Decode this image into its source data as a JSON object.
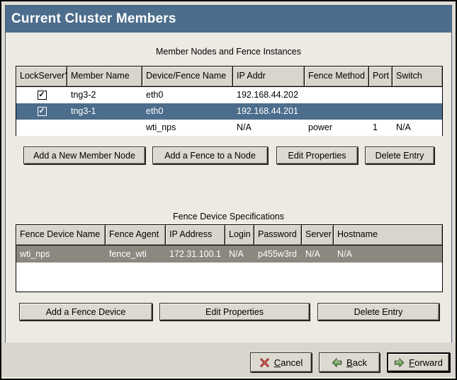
{
  "window": {
    "title": "Current Cluster Members"
  },
  "icons": {
    "check": "✓"
  },
  "colors": {
    "title_bar": "#4c6d8c",
    "selected_row_active": "#4c6d8c",
    "selected_row_inactive": "#8b8880",
    "cancel_icon_red": "#9e2a2a",
    "arrow_icon_green": "#7fae6d"
  },
  "members": {
    "title": "Member Nodes and Fence Instances",
    "columns": [
      "LockServer?",
      "Member Name",
      "Device/Fence Name",
      "IP Addr",
      "Fence Method",
      "Port",
      "Switch"
    ],
    "rows": [
      {
        "lockserver": true,
        "member": "tng3-2",
        "device": "eth0",
        "ip": "192.168.44.202",
        "method": "",
        "port": "",
        "switch": ""
      },
      {
        "lockserver": true,
        "member": "tng3-1",
        "device": "eth0",
        "ip": "192.168.44.201",
        "method": "",
        "port": "",
        "switch": ""
      },
      {
        "lockserver": false,
        "member": "",
        "device": "wti_nps",
        "ip": "N/A",
        "method": "power",
        "port": "1",
        "switch": "N/A"
      }
    ],
    "buttons": [
      "Add a New Member Node",
      "Add a Fence to a Node",
      "Edit Properties",
      "Delete Entry"
    ]
  },
  "fence": {
    "title": "Fence Device Specifications",
    "columns": [
      "Fence Device Name",
      "Fence Agent",
      "IP Address",
      "Login",
      "Password",
      "Server",
      "Hostname"
    ],
    "rows": [
      {
        "name": "wti_nps",
        "agent": "fence_wti",
        "ip": "172.31.100.1",
        "login": "N/A",
        "password": "p455w3rd",
        "server": "N/A",
        "hostname": "N/A"
      }
    ],
    "buttons": [
      "Add a Fence Device",
      "Edit Properties",
      "Delete Entry"
    ]
  },
  "footer": {
    "cancel": "Cancel",
    "back": "Back",
    "forward": "Forward"
  }
}
